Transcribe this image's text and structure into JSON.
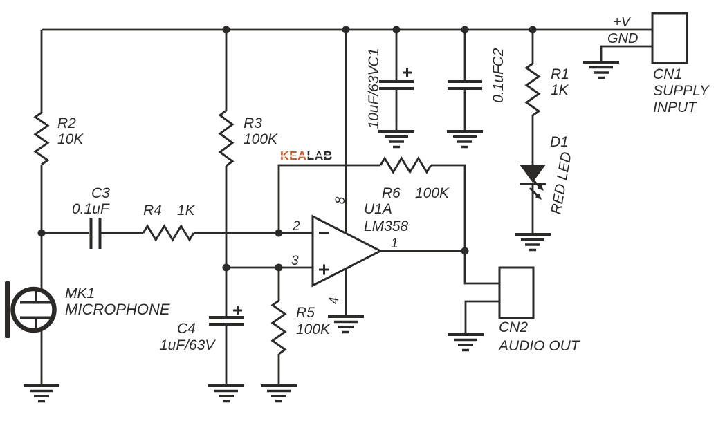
{
  "colors": {
    "ink": "#2b2a29",
    "background": "#ffffff",
    "logo_orange": "#e8500f"
  },
  "logo": {
    "part1": "KEA",
    "part2": "LAB"
  },
  "power": {
    "vplus": "+V",
    "gnd": "GND"
  },
  "icons": {
    "inverting_input": "-",
    "noninverting_input": "+",
    "polarity_mark": "+"
  },
  "components": {
    "r1": {
      "ref": "R1",
      "value": "1K"
    },
    "r2": {
      "ref": "R2",
      "value": "10K"
    },
    "r3": {
      "ref": "R3",
      "value": "100K"
    },
    "r4": {
      "ref": "R4",
      "value": "1K"
    },
    "r5": {
      "ref": "R5",
      "value": "100K"
    },
    "r6": {
      "ref": "R6",
      "value": "100K"
    },
    "c1": {
      "ref": "C1",
      "value": "10uF/63V"
    },
    "c2": {
      "ref": "C2",
      "value": "0.1uF"
    },
    "c3": {
      "ref": "C3",
      "value": "0.1uF"
    },
    "c4": {
      "ref": "C4",
      "value": "1uF/63V"
    },
    "d1": {
      "ref": "D1",
      "value": "RED LED"
    },
    "mk1": {
      "ref": "MK1",
      "value": "MICROPHONE"
    },
    "u1a": {
      "ref": "U1A",
      "value": "LM358",
      "pin_inverting": "2",
      "pin_noninverting": "3",
      "pin_output": "1",
      "pin_vcc": "8",
      "pin_gnd": "4"
    },
    "cn1": {
      "ref": "CN1",
      "desc_line1": "SUPPLY",
      "desc_line2": "INPUT"
    },
    "cn2": {
      "ref": "CN2",
      "desc": "AUDIO OUT"
    }
  }
}
